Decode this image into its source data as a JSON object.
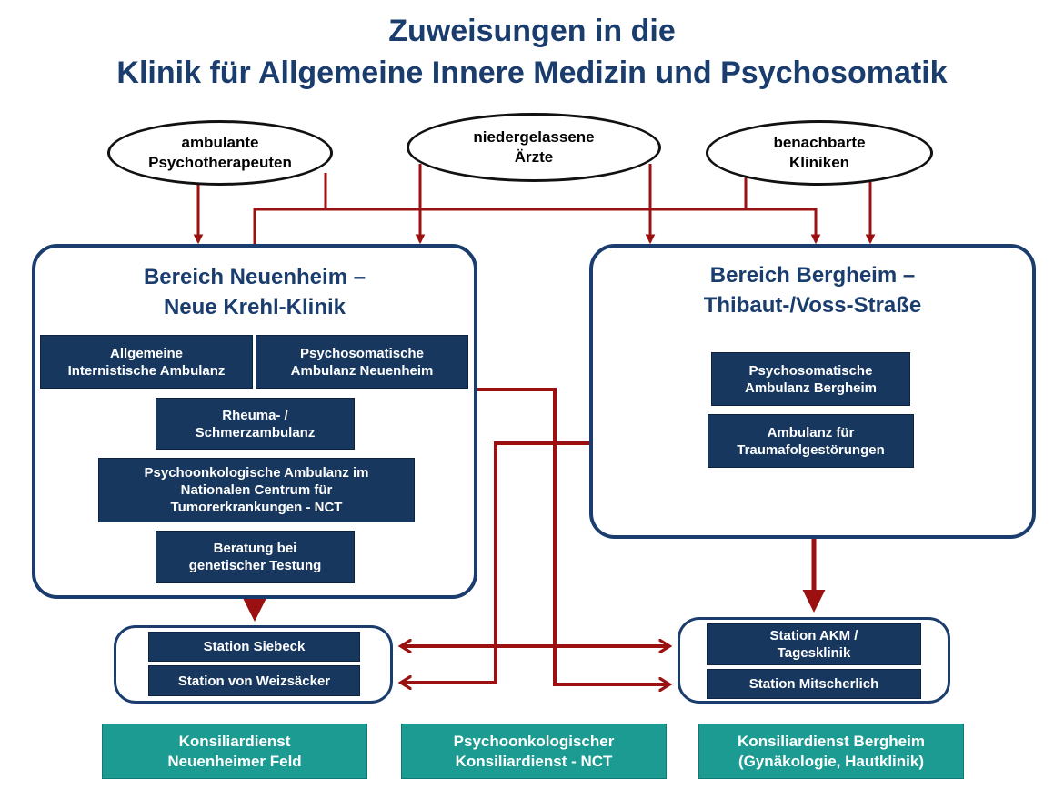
{
  "title": {
    "line1": "Zuweisungen in die",
    "line2": "Klinik für Allgemeine Innere Medizin und Psychosomatik"
  },
  "sources": [
    {
      "line1": "ambulante",
      "line2": "Psychotherapeuten"
    },
    {
      "line1": "niedergelassene",
      "line2": "Ärzte"
    },
    {
      "line1": "benachbarte",
      "line2": "Kliniken"
    }
  ],
  "neuenheim": {
    "title1": "Bereich Neuenheim –",
    "title2": "Neue Krehl-Klinik",
    "units": [
      {
        "lines": [
          "Allgemeine",
          "Internistische Ambulanz"
        ]
      },
      {
        "lines": [
          "Psychosomatische",
          "Ambulanz  Neuenheim"
        ]
      },
      {
        "lines": [
          "Rheuma- /",
          "Schmerzambulanz"
        ]
      },
      {
        "lines": [
          "Psychoonkologische Ambulanz im",
          "Nationalen Centrum für",
          "Tumorerkrankungen - NCT"
        ]
      },
      {
        "lines": [
          "Beratung bei",
          "genetischer Testung"
        ]
      }
    ]
  },
  "bergheim": {
    "title1": "Bereich Bergheim –",
    "title2": "Thibaut-/Voss-Straße",
    "units": [
      {
        "lines": [
          "Psychosomatische",
          "Ambulanz Bergheim"
        ]
      },
      {
        "lines": [
          "Ambulanz für",
          "Traumafolgestörungen"
        ]
      }
    ]
  },
  "stations_neuenheim": [
    "Station Siebeck",
    "Station von Weizsäcker"
  ],
  "stations_bergheim": {
    "akm": [
      "Station AKM /",
      "Tagesklinik"
    ],
    "mitscherlich": "Station Mitscherlich"
  },
  "consult_services": [
    {
      "lines": [
        "Konsiliardienst",
        "Neuenheimer Feld"
      ]
    },
    {
      "lines": [
        "Psychoonkologischer",
        "Konsiliardienst - NCT"
      ]
    },
    {
      "lines": [
        "Konsiliardienst Bergheim",
        "(Gynäkologie, Hautklinik)"
      ]
    }
  ],
  "colors": {
    "navy": "#17375e",
    "title_blue": "#1a3d6e",
    "teal": "#1b9b91",
    "arrow_red": "#9b1010"
  }
}
